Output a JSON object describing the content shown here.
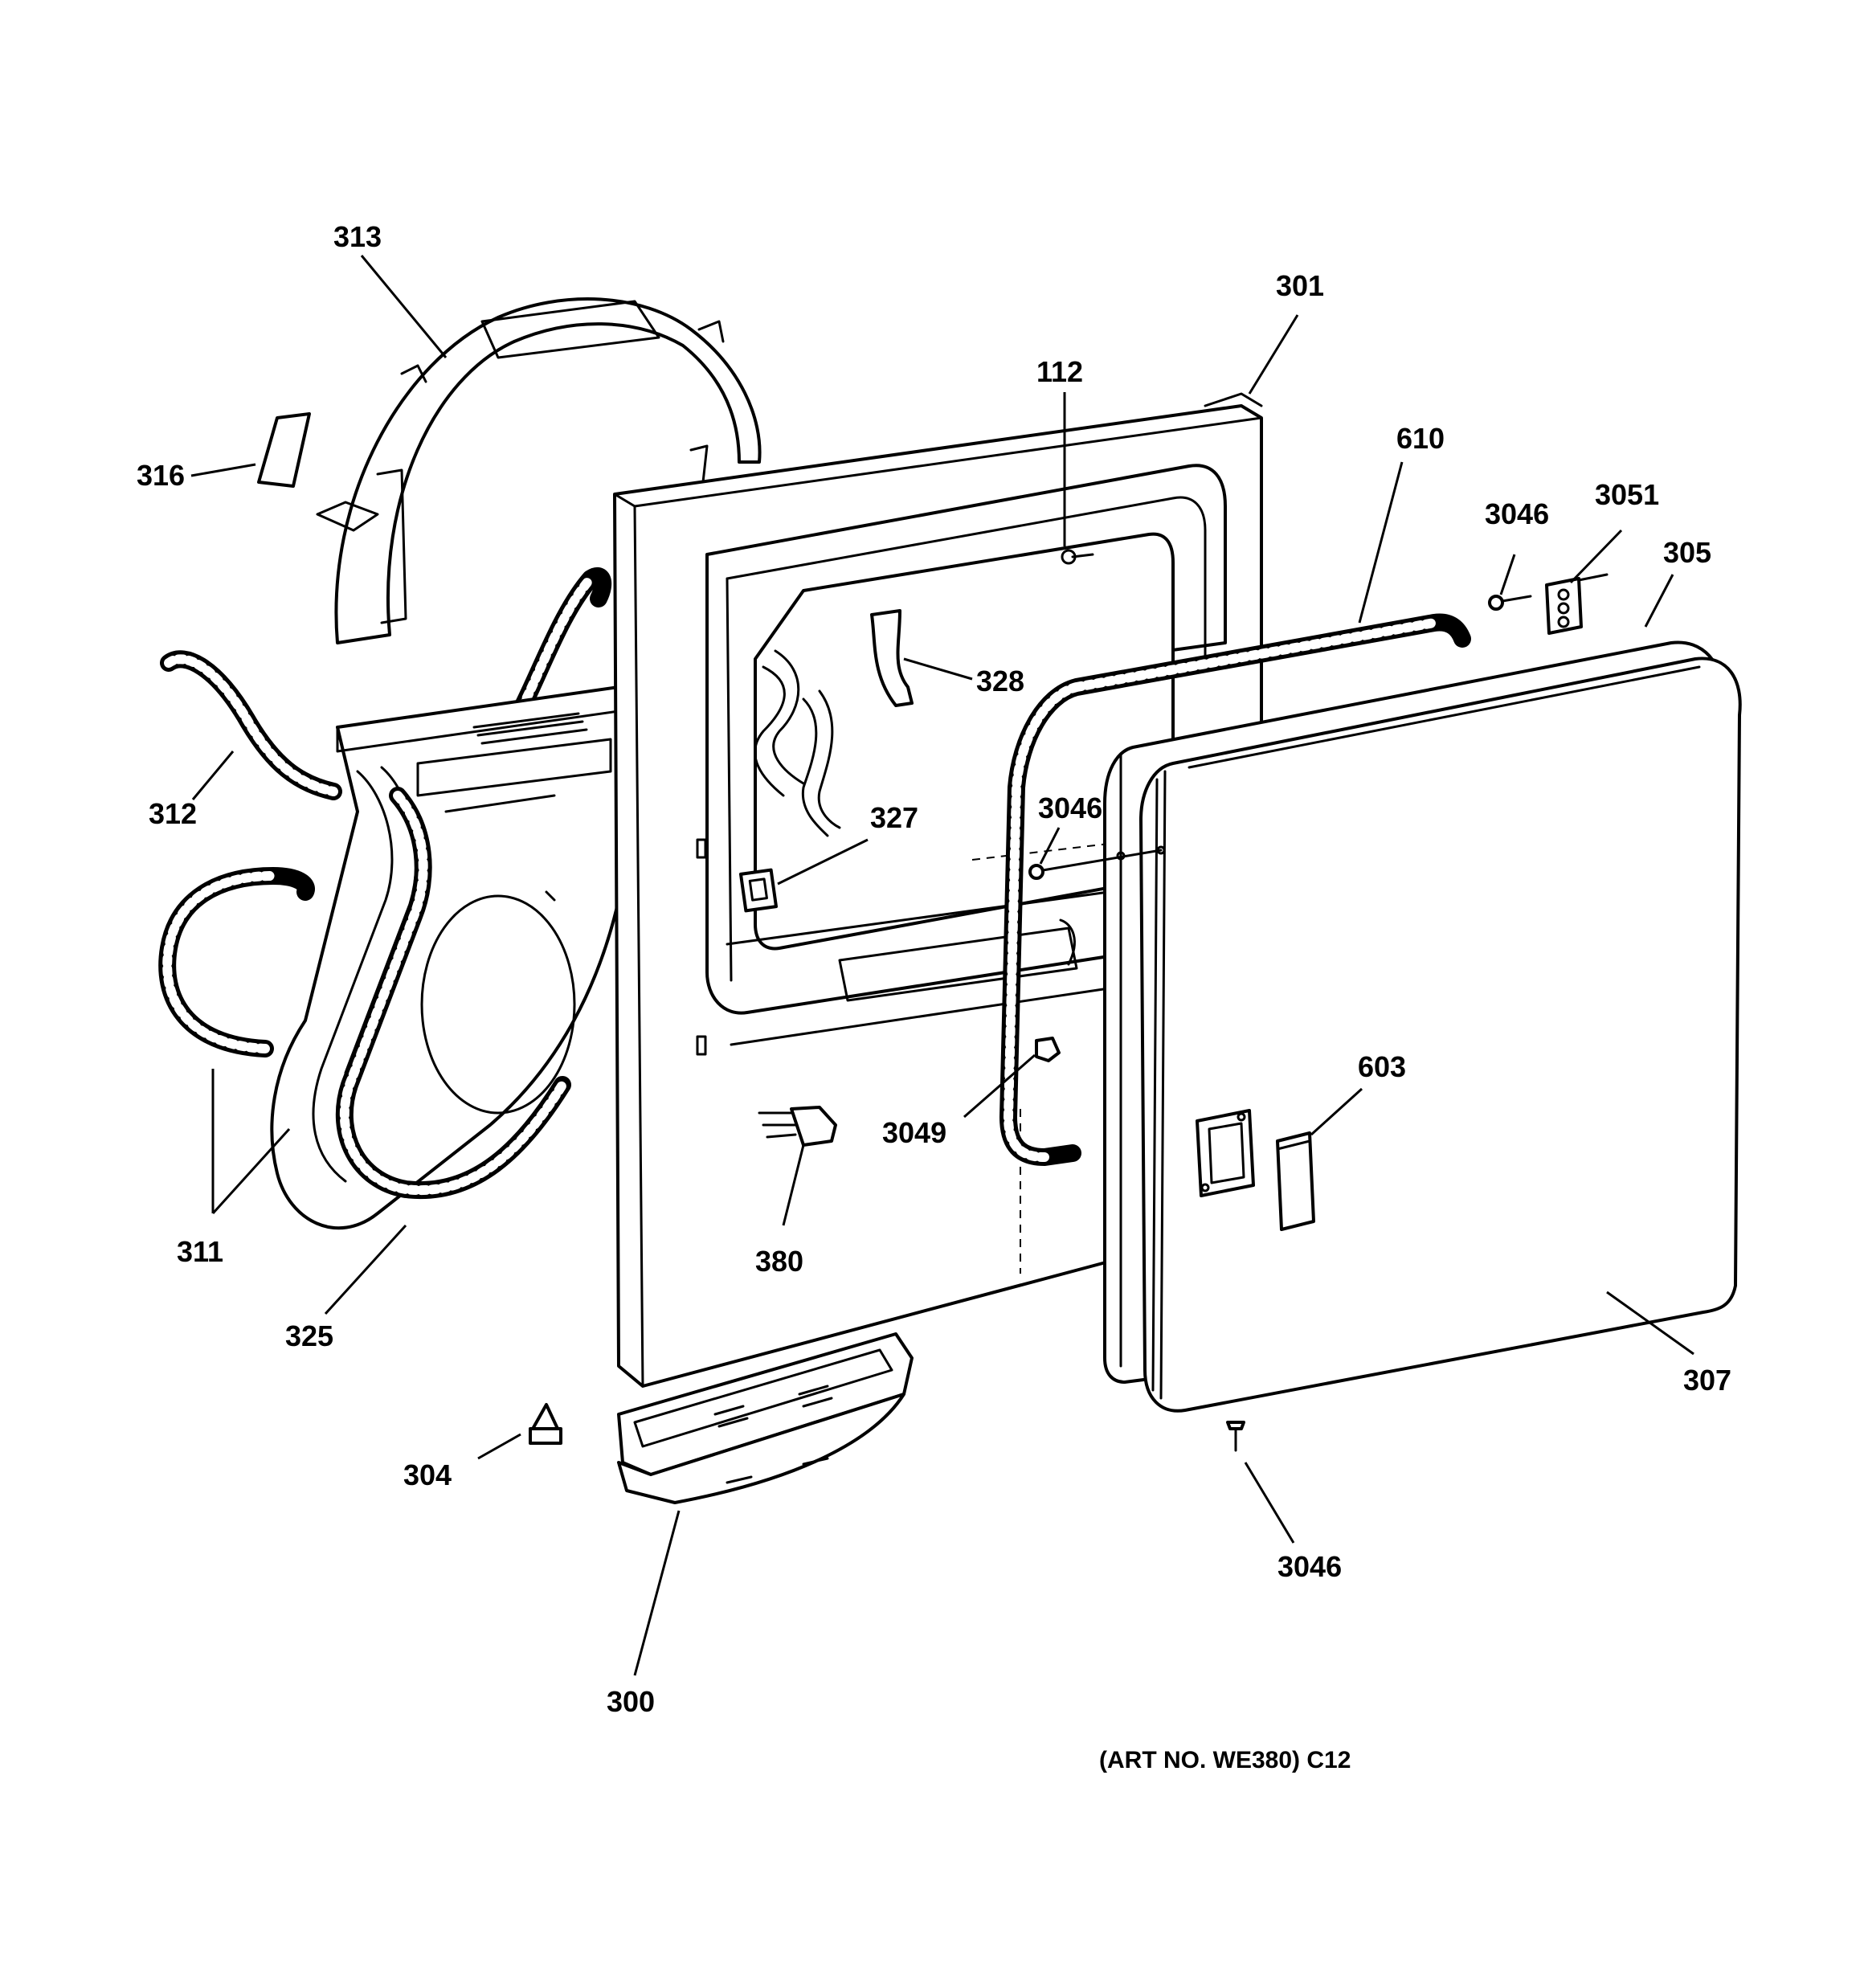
{
  "callouts": {
    "c313": "313",
    "c316": "316",
    "c312": "312",
    "c311": "311",
    "c325": "325",
    "c304": "304",
    "c300": "300",
    "c301": "301",
    "c112": "112",
    "c328": "328",
    "c327": "327",
    "c380": "380",
    "c3049": "3049",
    "c3046a": "3046",
    "c3046b": "3046",
    "c3046c": "3046",
    "c610": "610",
    "c3051": "3051",
    "c305": "305",
    "c603": "603",
    "c307": "307"
  },
  "art_number": "(ART NO. WE380) C12"
}
